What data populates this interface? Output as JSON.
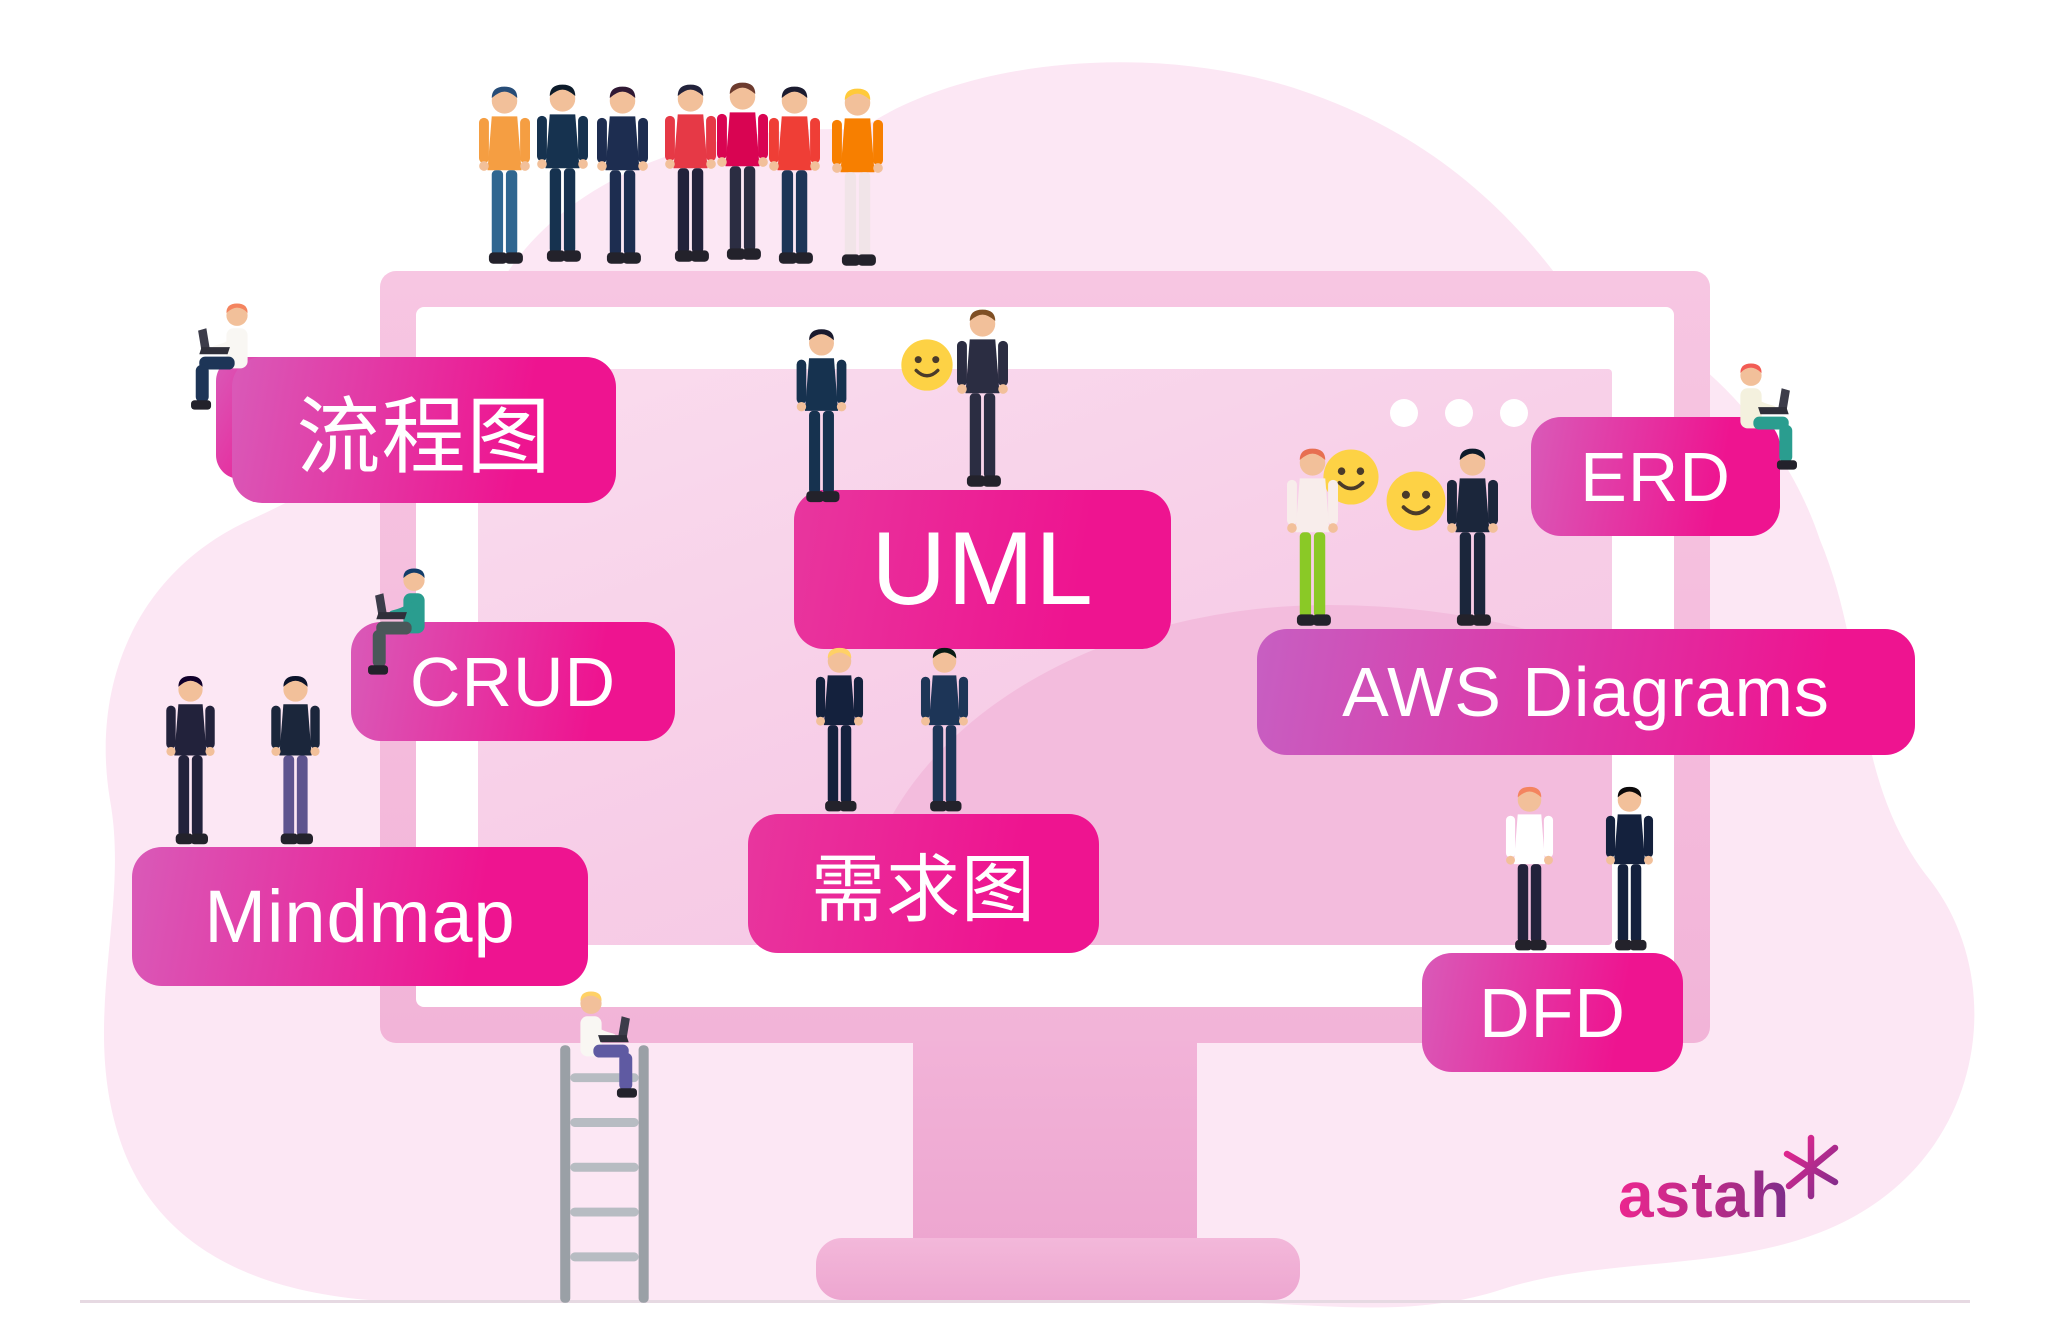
{
  "brand": {
    "name": "astah"
  },
  "labels": {
    "flowchart": "流程图",
    "uml": "UML",
    "erd": "ERD",
    "crud": "CRUD",
    "aws": "AWS Diagrams",
    "mindmap": "Mindmap",
    "requirement": "需求图",
    "dfd": "DFD"
  },
  "window": {
    "dots_count": 3
  },
  "colors": {
    "pill_gradient_start": "#d95ab8",
    "pill_gradient_end": "#ee1490",
    "monitor_frame": "#f6c3e0",
    "monitor_screen": "#f8d4ea",
    "background_blob": "#fce7f4",
    "smiley": "#fdd245",
    "brand_gradient_start": "#ec268f",
    "brand_gradient_end": "#7b2d8b"
  },
  "icons": {
    "window_dots": "window-control-dots",
    "smiley": "smiley-face-icon",
    "ladder": "ladder-icon",
    "star": "astah-star-icon"
  }
}
